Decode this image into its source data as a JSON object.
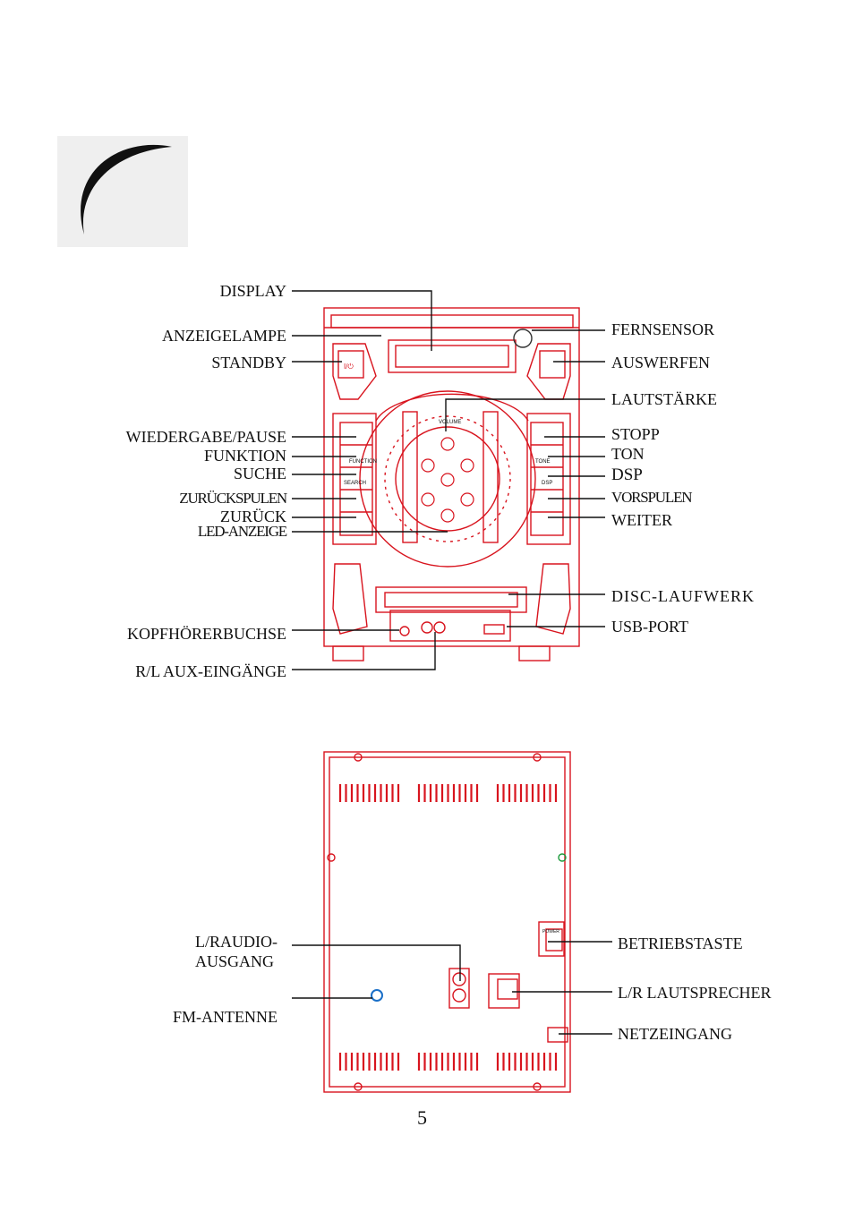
{
  "page_number": "5",
  "device_colors": {
    "outline": "#d8141e",
    "leader": "#111111",
    "ornament_bg": "#efefef"
  },
  "front_panel": {
    "left_labels": {
      "display": "DISPLAY",
      "indicator": "ANZEIGELAMPE",
      "standby": "STANDBY",
      "play_pause": "WIEDERGABE/PAUSE",
      "function": "FUNKTION",
      "search": "SUCHE",
      "rewind": "ZURÜCKSPULEN",
      "previous": "ZURÜCK",
      "led": "LED-ANZEIGE",
      "headphone": "KOPFHÖRERBUCHSE",
      "aux": "R/L  AUX-EINGÄNGE"
    },
    "right_labels": {
      "remote_sensor": "FERNSENSOR",
      "eject": "AUSWERFEN",
      "volume": "LAUTSTÄRKE",
      "stop": "STOPP",
      "tone": "TON",
      "dsp": "DSP",
      "fast_forward": "VORSPULEN",
      "next": "WEITER",
      "disc": "DISC-LAUFWERK",
      "usb": "USB-PORT"
    },
    "device_text": {
      "power": "I/⏻",
      "function": "FUNCTION",
      "search": "SEARCH",
      "tone": "TONE",
      "dsp": "DSP",
      "volume": "VOLUME"
    }
  },
  "rear_panel": {
    "left_labels": {
      "audio_out_line1": "L/RAUDIO-",
      "audio_out_line2": "AUSGANG",
      "fm_antenna": "FM-ANTENNE"
    },
    "right_labels": {
      "power_switch": "BETRIEBSTASTE",
      "speakers": "L/R LAUTSPRECHER",
      "mains": "NETZEINGANG"
    },
    "device_text": {
      "power": "POWER"
    }
  }
}
